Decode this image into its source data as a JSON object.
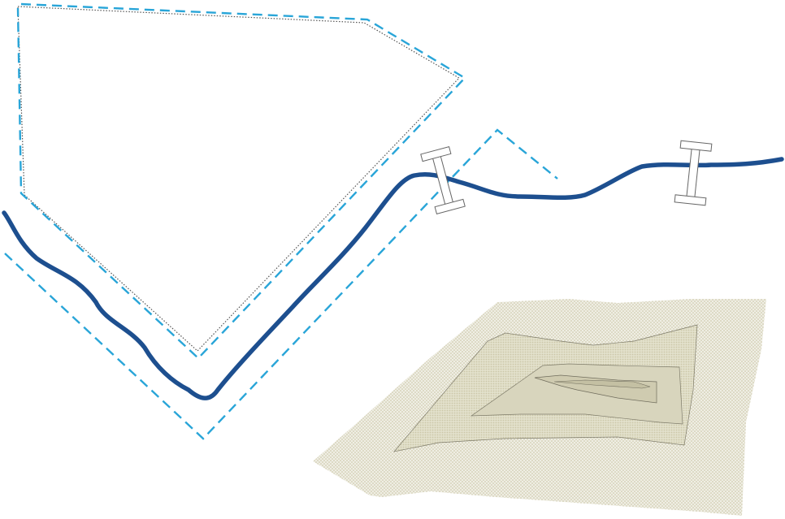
{
  "map": {
    "style": "vector map fragment",
    "background_color": "#ffffff",
    "colors": {
      "river": "#1d4f8f",
      "boundary_dashed": "#29a5d8",
      "boundary_dotted": "#555555",
      "terrain_outer": "#c9c2a0",
      "terrain_mid": "#d8d5b8",
      "terrain_inner": "#cfcbb0",
      "bridge_fill": "#ffffff",
      "bridge_stroke": "#666666"
    },
    "features": [
      {
        "name": "river",
        "kind": "line",
        "style": "thick solid"
      },
      {
        "name": "protected-area-boundary",
        "kind": "polygon",
        "style": "dashed with dotted edge"
      },
      {
        "name": "river-buffer-boundary",
        "kind": "line",
        "style": "dashed"
      },
      {
        "name": "bridge-west",
        "kind": "icon",
        "icon": "bridge-icon"
      },
      {
        "name": "bridge-east",
        "kind": "icon",
        "icon": "bridge-icon"
      },
      {
        "name": "terrain-area",
        "kind": "polygon",
        "style": "stippled fill with nested contours"
      }
    ]
  }
}
